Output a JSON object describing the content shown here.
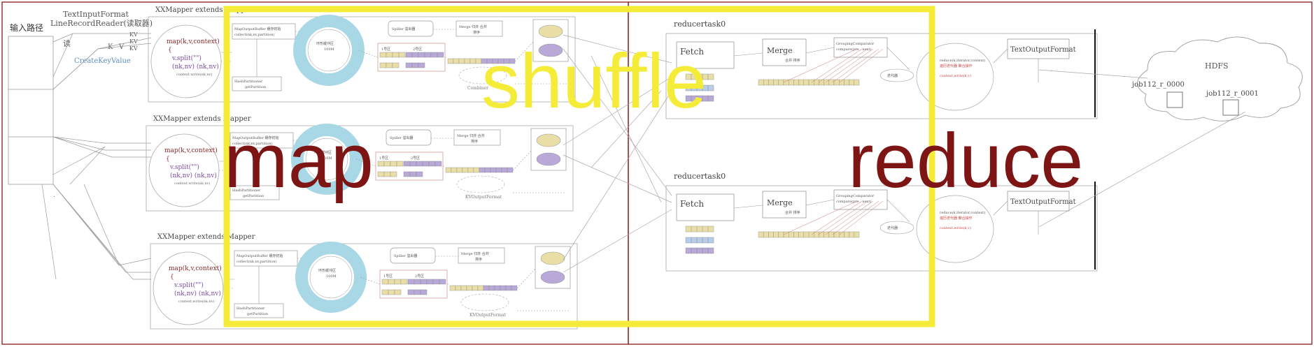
{
  "labels": {
    "input_path": "输入路径",
    "text_input_format": "TextInputFormat",
    "line_record_reader": "LineRecordReader(读取器)",
    "read": "读",
    "kv_k": "K",
    "kv_v": "V",
    "kv": "KV",
    "create_key_value": "CreateKeyValue"
  },
  "mappers": [
    {
      "title": "XXMapper extends  Mapper",
      "map_line1": "map(k,v,context)",
      "map_line2": "{",
      "map_line3": "v.split(\"\")",
      "map_line4": "(nk,nv)  (nk,nv)",
      "map_line5": "context.write(nk,nv)",
      "buffer": "MapOutputBuffer  缓存初始",
      "buffer_sub": "collect(nk,nv,partition)",
      "partitioner": "HashPartitioner",
      "partitioner_sub": "getPartition",
      "ring": "环形缓冲区",
      "ring_sub": "100M",
      "spiller": "Spiller 溢出器",
      "merge": "Merge 归并 合并",
      "merge_sub": "排序",
      "region1": "1号区",
      "region2": "2号区",
      "combiner": "Combiner"
    },
    {
      "title": "XXMapper extends  Mapper",
      "map_line1": "map(k,v,context)",
      "map_line2": "{",
      "map_line3": "v.split(\"\")",
      "map_line4": "(nk,nv)  (nk,nv)",
      "map_line5": "context.write(nk,nv)",
      "buffer": "MapOutputBuffer  缓存初始",
      "buffer_sub": "collect(nk,nv,partition)",
      "partitioner": "HashPartitioner",
      "partitioner_sub": "getPartition",
      "ring": "环形缓冲区",
      "ring_sub": "100M",
      "spiller": "Spiller 溢出器",
      "merge": "Merge 归并 合并",
      "merge_sub": "排序",
      "region1": "1号区",
      "region2": "2号区",
      "combiner": "KVOutputFormat"
    },
    {
      "title": "XXMapper extends  Mapper",
      "map_line1": "map(k,v,context)",
      "map_line2": "{",
      "map_line3": "v.split(\"\")",
      "map_line4": "(nk,nv)  (nk,nv)",
      "map_line5": "context.write(nk,nv)",
      "buffer": "MapOutputBuffer  缓存初始",
      "buffer_sub": "collect(nk,nv,partition)",
      "partitioner": "HashPartitioner",
      "partitioner_sub": "getPartition",
      "ring": "环形缓冲区",
      "ring_sub": "100M",
      "spiller": "Spiller 溢出器",
      "merge": "Merge 归并 合并",
      "merge_sub": "排序",
      "region1": "1号区",
      "region2": "2号区",
      "combiner": "KVOutputFormat"
    }
  ],
  "reducers": [
    {
      "title": "reducertask0",
      "fetch": "Fetch",
      "merge": "Merge",
      "merge_sub": "合并 排序",
      "grouping": "GroupingComparator",
      "grouping_sub": "compare(pre , next)",
      "reduce1": "reduce(k,iterator,context)",
      "reduce2": "遍历迭代器  聚合操作",
      "reduce3": "context.write(k,v)",
      "iterator": "迭代器",
      "output_format": "TextOutputFormat"
    },
    {
      "title": "reducertask0",
      "fetch": "Fetch",
      "merge": "Merge",
      "merge_sub": "合并 排序",
      "grouping": "GroupingComparator",
      "grouping_sub": "compare(pre , next)",
      "reduce1": "reduce(k,iterator,context)",
      "reduce2": "遍历迭代器  聚合操作",
      "reduce3": "context.write(k,v)",
      "iterator": "迭代器",
      "output_format": "TextOutputFormat"
    }
  ],
  "hdfs": {
    "title": "HDFS",
    "file1": "job112_r_0000",
    "file2": "job112_r_0001"
  },
  "overlays": {
    "shuffle": "shuffle",
    "map": "map",
    "reduce": "reduce"
  },
  "colors": {
    "yellow": "#f5ec3a",
    "darkred": "#7d1515",
    "ring": "#a8d7e6",
    "tan": "#e9dfa6",
    "purple": "#b8a9d8",
    "gray": "#bfbfbf"
  }
}
